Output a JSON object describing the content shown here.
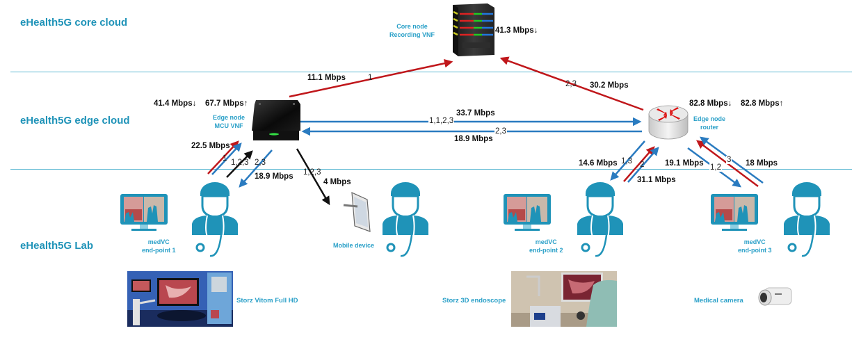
{
  "layers": [
    {
      "id": "core",
      "title": "eHealth5G core cloud"
    },
    {
      "id": "edge",
      "title": "eHealth5G edge cloud"
    },
    {
      "id": "lab",
      "title": "eHealth5G Lab"
    }
  ],
  "nodes": {
    "core": {
      "line1": "Core node",
      "line2": "Recording VNF",
      "throughput_down": "41.3 Mbps↓",
      "icon": "server-rack-icon"
    },
    "mcu": {
      "line1": "Edge node",
      "line2": "MCU VNF",
      "throughput_down": "41.4 Mbps↓",
      "throughput_up": "67.7 Mbps↑",
      "icon": "server-box-icon"
    },
    "router": {
      "line1": "Edge node",
      "line2": "router",
      "throughput_down": "82.8 Mbps↓",
      "throughput_up": "82.8 Mbps↑",
      "icon": "router-icon"
    }
  },
  "endpoints": [
    {
      "id": "ep1",
      "line1": "medVC",
      "line2": "end-point 1",
      "icon": "video-conference-monitor-icon"
    },
    {
      "id": "mobile",
      "line1": "Mobile device",
      "icon": "tablet-icon"
    },
    {
      "id": "ep2",
      "line1": "medVC",
      "line2": "end-point 2",
      "icon": "video-conference-monitor-icon"
    },
    {
      "id": "ep3",
      "line1": "medVC",
      "line2": "end-point 3",
      "icon": "video-conference-monitor-icon"
    }
  ],
  "devices": [
    {
      "id": "vitom",
      "label": "Storz Vitom Full HD",
      "icon": "operating-room-photo"
    },
    {
      "id": "endoscope",
      "label": "Storz 3D endoscope",
      "icon": "endoscope-photo"
    },
    {
      "id": "camera",
      "label": "Medical camera",
      "icon": "camcorder-icon"
    }
  ],
  "links": [
    {
      "id": "mcu-core",
      "rate": "11.1 Mbps",
      "flows": "1",
      "color": "#c0171b"
    },
    {
      "id": "router-core",
      "rate": "30.2 Mbps",
      "flows": "2,3",
      "color": "#c0171b"
    },
    {
      "id": "mcu-router",
      "rate": "33.7 Mbps",
      "flows": "1,1,2,3",
      "color": "#2a7bc0"
    },
    {
      "id": "router-mcu",
      "rate": "18.9 Mbps",
      "flows": "2,3",
      "color": "#2a7bc0"
    },
    {
      "id": "ep1-mcu",
      "rate": "22.5 Mbps",
      "flows": "1",
      "color": "#c0171b"
    },
    {
      "id": "ep1-mcu-black",
      "rate": "",
      "flows": "1,2,3",
      "color": "#111111"
    },
    {
      "id": "mcu-ep1",
      "rate": "18.9 Mbps",
      "flows": "2,3",
      "color": "#2a7bc0"
    },
    {
      "id": "mcu-mobile",
      "rate": "4 Mbps",
      "flows": "1,2,3",
      "color": "#111111"
    },
    {
      "id": "router-ep2",
      "rate": "14.6 Mbps",
      "flows": "1,3",
      "color": "#2a7bc0"
    },
    {
      "id": "ep2-router",
      "rate": "31.1 Mbps",
      "flows": "2",
      "color": "#c0171b"
    },
    {
      "id": "router-ep3",
      "rate": "19.1 Mbps",
      "flows": "1,2",
      "color": "#2a7bc0"
    },
    {
      "id": "ep3-router",
      "rate": "18 Mbps",
      "flows": "3",
      "color": "#c0171b"
    }
  ],
  "colors": {
    "accent": "#1f93b8",
    "upstream": "#c0171b",
    "downstream": "#2a7bc0",
    "separator": "#5db8d2"
  }
}
